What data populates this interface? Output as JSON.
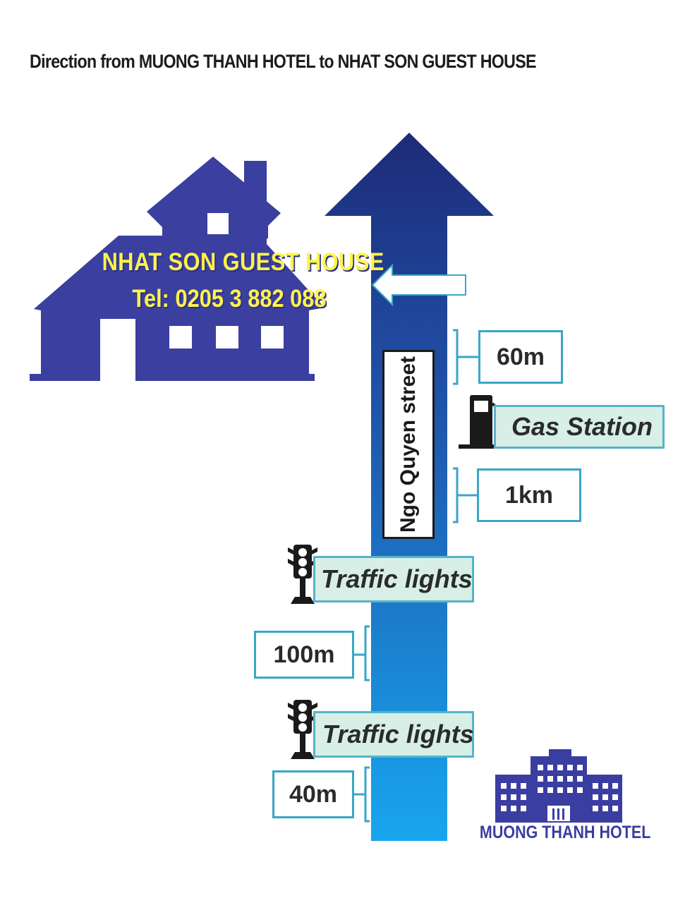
{
  "title": "Direction from MUONG THANH HOTEL to NHAT SON GUEST HOUSE",
  "destination": {
    "name": "NHAT SON GUEST HOUSE",
    "tel": "Tel: 0205 3 882 088"
  },
  "street": "Ngo Quyen street",
  "distances": {
    "d60": "60m",
    "d1km": "1km",
    "d100": "100m",
    "d40": "40m"
  },
  "landmarks": {
    "gas": "Gas Station",
    "lights_upper": "Traffic lights",
    "lights_lower": "Traffic lights"
  },
  "origin": {
    "name": "MUONG THANH HOTEL"
  },
  "colors": {
    "house": "#3a3fa0",
    "arrow_top": "#1e2b78",
    "arrow_bottom": "#18a6ee",
    "box_border": "#3aa6c8",
    "label_bg": "#d7efe6",
    "guest_text": "#fff34a"
  },
  "icons": [
    "house-icon",
    "road-arrow",
    "turn-left-arrow-icon",
    "gas-pump-icon",
    "traffic-light-icon",
    "hotel-building-icon"
  ]
}
